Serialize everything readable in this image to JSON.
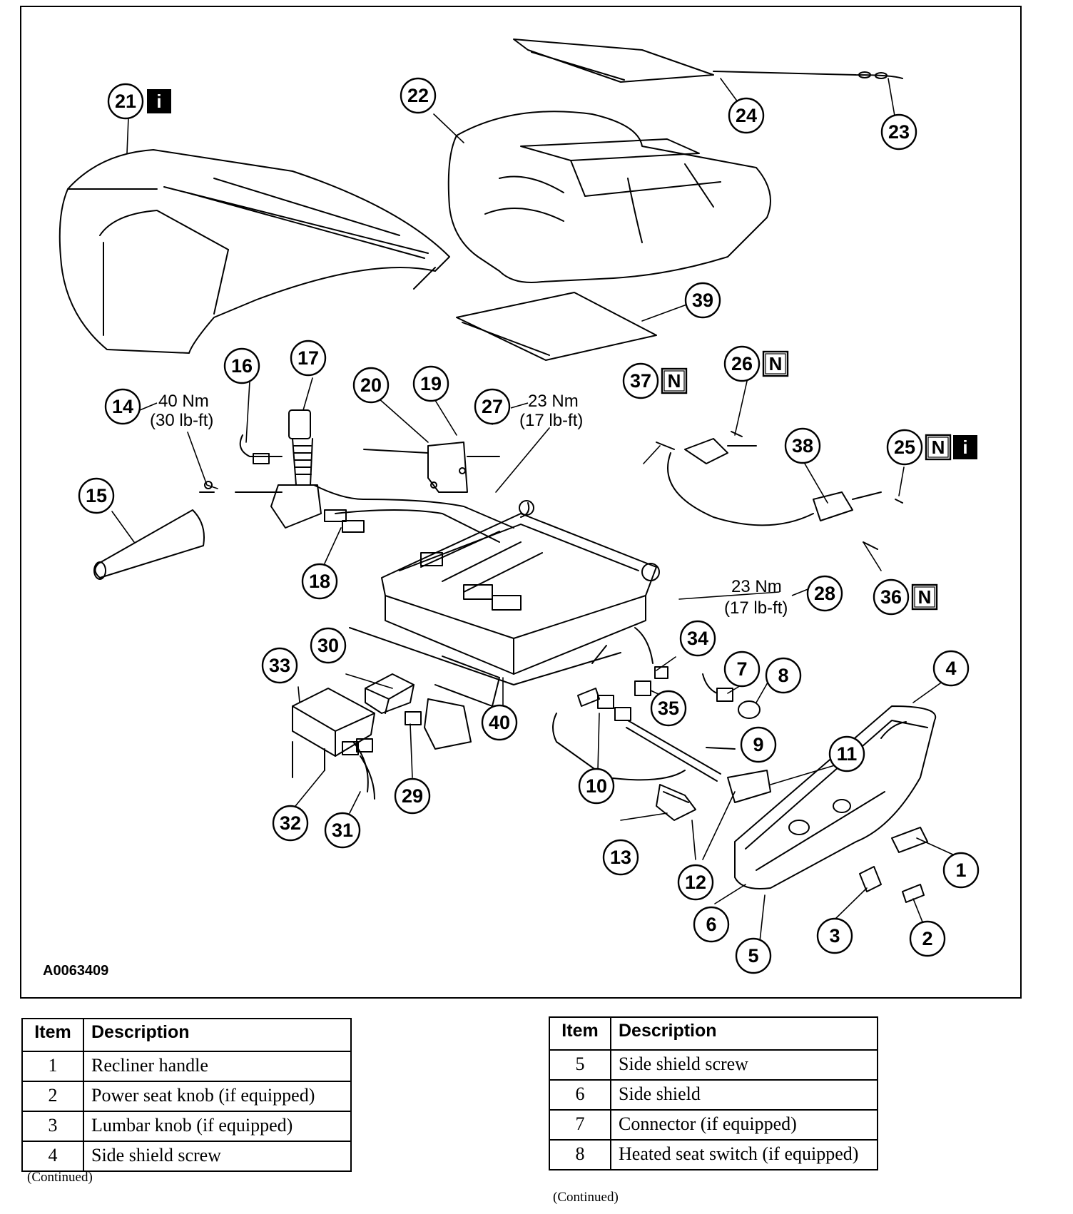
{
  "figure": {
    "id": "A0063409",
    "callouts": [
      "1",
      "2",
      "3",
      "4",
      "5",
      "6",
      "7",
      "8",
      "9",
      "10",
      "11",
      "12",
      "13",
      "14",
      "15",
      "16",
      "17",
      "18",
      "19",
      "20",
      "21",
      "22",
      "23",
      "24",
      "25",
      "26",
      "27",
      "28",
      "29",
      "30",
      "31",
      "32",
      "33",
      "34",
      "35",
      "36",
      "37",
      "38",
      "39",
      "40"
    ],
    "badges": {
      "info": "i",
      "new": "N"
    },
    "torque_specs": {
      "t14_nm": "40 Nm",
      "t14_lbft": "(30 lb-ft)",
      "t27_nm": "23 Nm",
      "t27_lbft": "(17 lb-ft)",
      "t28_nm": "23 Nm",
      "t28_lbft": "(17 lb-ft)"
    }
  },
  "tables": {
    "left": {
      "headers": {
        "item": "Item",
        "description": "Description"
      },
      "rows": [
        {
          "item": "1",
          "description": "Recliner handle"
        },
        {
          "item": "2",
          "description": "Power seat knob (if equipped)"
        },
        {
          "item": "3",
          "description": "Lumbar knob (if equipped)"
        },
        {
          "item": "4",
          "description": "Side shield screw"
        }
      ],
      "continued": "(Continued)"
    },
    "right": {
      "headers": {
        "item": "Item",
        "description": "Description"
      },
      "rows": [
        {
          "item": "5",
          "description": "Side shield screw"
        },
        {
          "item": "6",
          "description": "Side shield"
        },
        {
          "item": "7",
          "description": "Connector (if equipped)"
        },
        {
          "item": "8",
          "description": "Heated seat switch (if equipped)"
        }
      ],
      "continued": "(Continued)"
    }
  }
}
